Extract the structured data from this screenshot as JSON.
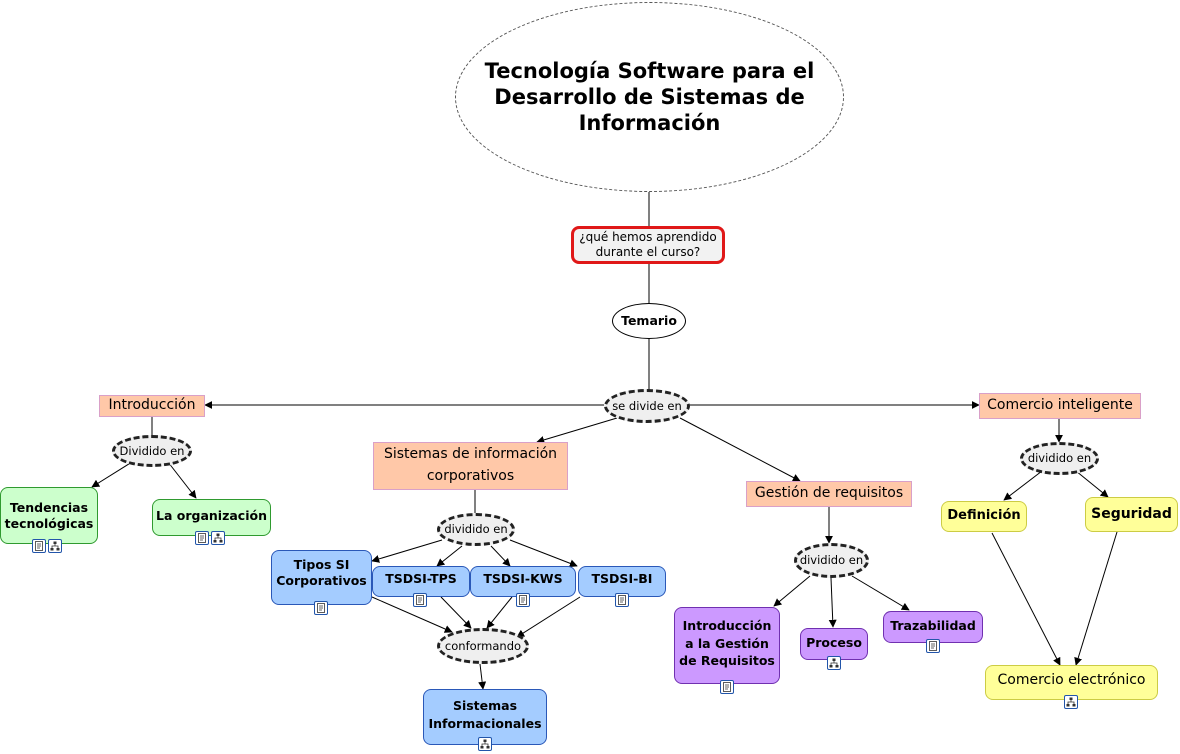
{
  "nodes": {
    "title": "Tecnología Software para el\nDesarrollo de Sistemas de\nInformación",
    "question": "¿qué hemos aprendido\ndurante el curso?",
    "temario": "Temario",
    "se_divide_en": "se divide en",
    "introduccion": "Introducción",
    "dividido_en_intro": "Dividido en",
    "tendencias": "Tendencias\ntecnológicas",
    "organizacion": "La organización",
    "sistemas_corp": "Sistemas de información\ncorporativos",
    "dividido_en_corp": "dividido en",
    "tipos_si": "Tipos SI\nCorporativos",
    "tps": "TSDSI-TPS",
    "kws": "TSDSI-KWS",
    "bi": "TSDSI-BI",
    "conformando": "conformando",
    "sistemas_inf": "Sistemas\nInformacionales",
    "gestion": "Gestión de requisitos",
    "dividido_en_gest": "dividido en",
    "intro_gestion": "Introducción\na la Gestión\nde Requisitos",
    "proceso": "Proceso",
    "trazabilidad": "Trazabilidad",
    "comercio_int": "Comercio inteligente",
    "dividido_en_com": "dividido en",
    "definicion": "Definición",
    "seguridad": "Seguridad",
    "comercio_elec": "Comercio electrónico"
  },
  "icons": {
    "tendencias": [
      "document-icon",
      "concept-map-icon"
    ],
    "organizacion": [
      "document-icon",
      "concept-map-icon"
    ],
    "tipos_si": [
      "document-icon"
    ],
    "tps": [
      "document-icon"
    ],
    "kws": [
      "document-icon"
    ],
    "bi": [
      "document-icon"
    ],
    "sistemas_inf": [
      "concept-map-icon"
    ],
    "intro_gestion": [
      "document-icon"
    ],
    "proceso": [
      "concept-map-icon"
    ],
    "trazabilidad": [
      "document-icon"
    ],
    "comercio_elec": [
      "concept-map-icon"
    ]
  },
  "colors": {
    "orange_concept": "#ffc8a8",
    "green_concept": "#ccffcc",
    "blue_concept": "#a4ccff",
    "purple_concept": "#cc99ff",
    "yellow_concept": "#ffff99",
    "question_border": "#e01818"
  }
}
